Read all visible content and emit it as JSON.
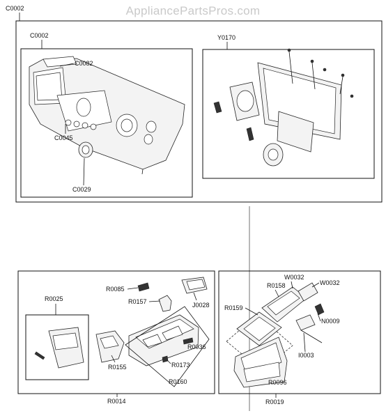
{
  "watermark": "AppliancePartsPros.com",
  "labels": {
    "outer_group": "C0002",
    "panel_group": "C0002",
    "display_pcb": "C0082",
    "pcb_assembly": "Y0170",
    "knob_ring": "C0045",
    "knob": "C0029",
    "drawer_handle_group": "R0025",
    "r0085": "R0085",
    "r0157": "R0157",
    "j0028": "J0028",
    "r0036": "R0036",
    "r0155": "R0155",
    "r0173": "R0173",
    "r0160": "R0160",
    "r0014": "R0014",
    "w0032a": "W0032",
    "w0032b": "W0032",
    "r0158": "R0158",
    "r0159": "R0159",
    "n0009": "N0009",
    "i0003": "I0003",
    "r0096": "R0096",
    "r0019": "R0019"
  }
}
